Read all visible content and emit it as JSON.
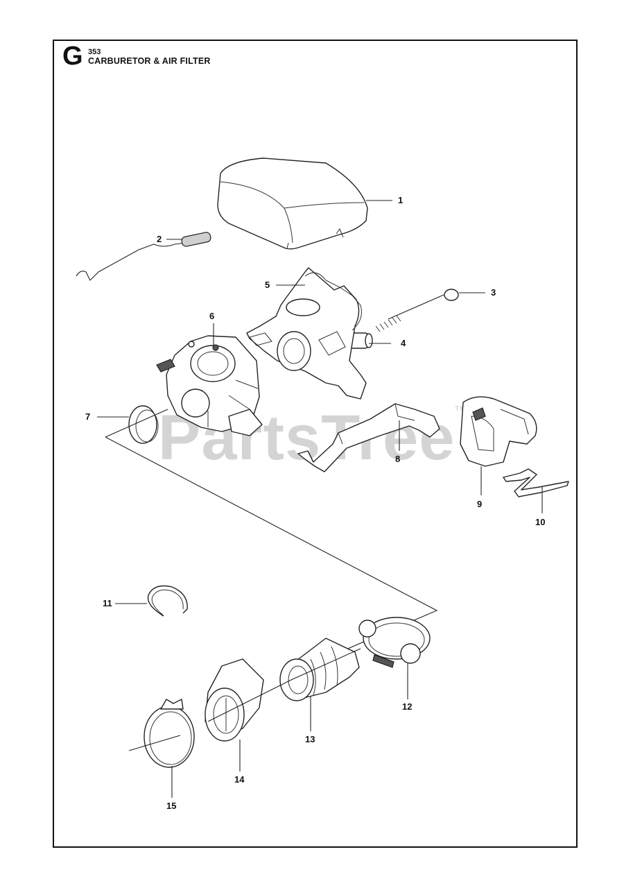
{
  "header": {
    "section_letter": "G",
    "model_number": "353",
    "title": "CARBURETOR & AIR FILTER"
  },
  "watermark": {
    "brand": "PartsTree",
    "trademark": "TM"
  },
  "callouts": {
    "c1": "1",
    "c2": "2",
    "c3": "3",
    "c4": "4",
    "c5": "5",
    "c6": "6",
    "c7": "7",
    "c8": "8",
    "c9": "9",
    "c10": "10",
    "c11": "11",
    "c12": "12",
    "c13": "13",
    "c14": "14",
    "c15": "15"
  }
}
